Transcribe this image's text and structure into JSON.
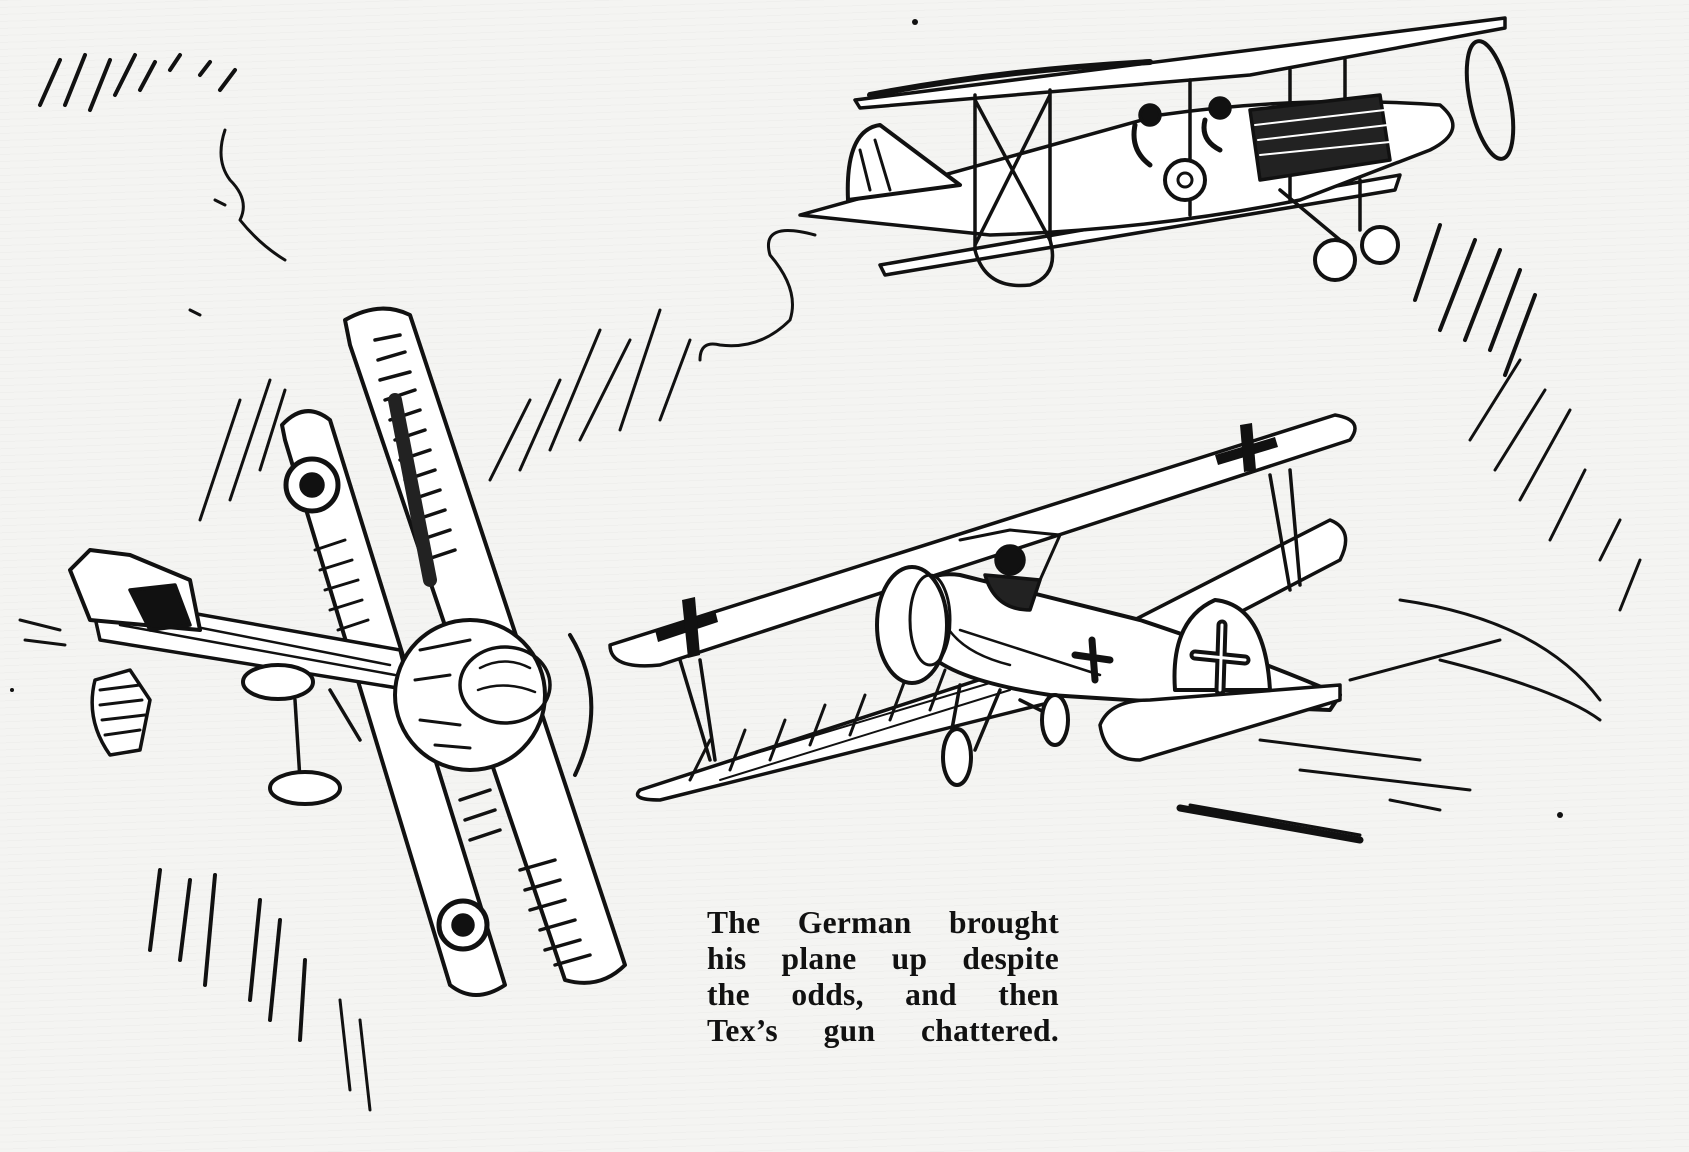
{
  "illustration": {
    "subject": "WWI biplane dogfight",
    "aircraft": [
      {
        "id": "upper-biplane",
        "position": "top-right",
        "markings": "roundel",
        "crew_visible": 2
      },
      {
        "id": "german-biplane",
        "position": "center-right",
        "markings": "iron-cross"
      },
      {
        "id": "allied-biplane",
        "position": "left",
        "markings": "roundel",
        "attitude": "banking"
      }
    ],
    "colors": {
      "ink": "#111111",
      "paper": "#f4f4f2"
    }
  },
  "caption": {
    "lines": [
      "The German brought",
      "his plane up despite",
      "the odds, and then",
      "Tex’s gun chattered."
    ]
  },
  "clipped_bottom_text": "…"
}
